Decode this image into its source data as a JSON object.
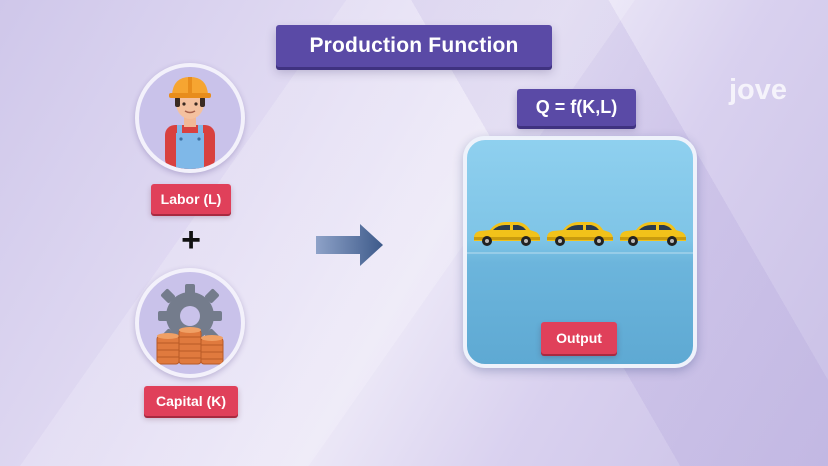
{
  "title": "Production Function",
  "formula": "Q = f(K,L)",
  "watermark": "jove",
  "inputs": {
    "labor_label": "Labor (L)",
    "capital_label": "Capital (K)",
    "operator": "+"
  },
  "output": {
    "label": "Output",
    "car_count": 3
  },
  "icons": {
    "labor": "worker-icon",
    "capital": "gear-coins-icon",
    "arrow": "right-arrow-icon",
    "output_item": "car-icon"
  },
  "colors": {
    "banner": "#5a4aa6",
    "label": "#e0405a",
    "output_box": "#7ec4e6",
    "car": "#f2c21a"
  }
}
